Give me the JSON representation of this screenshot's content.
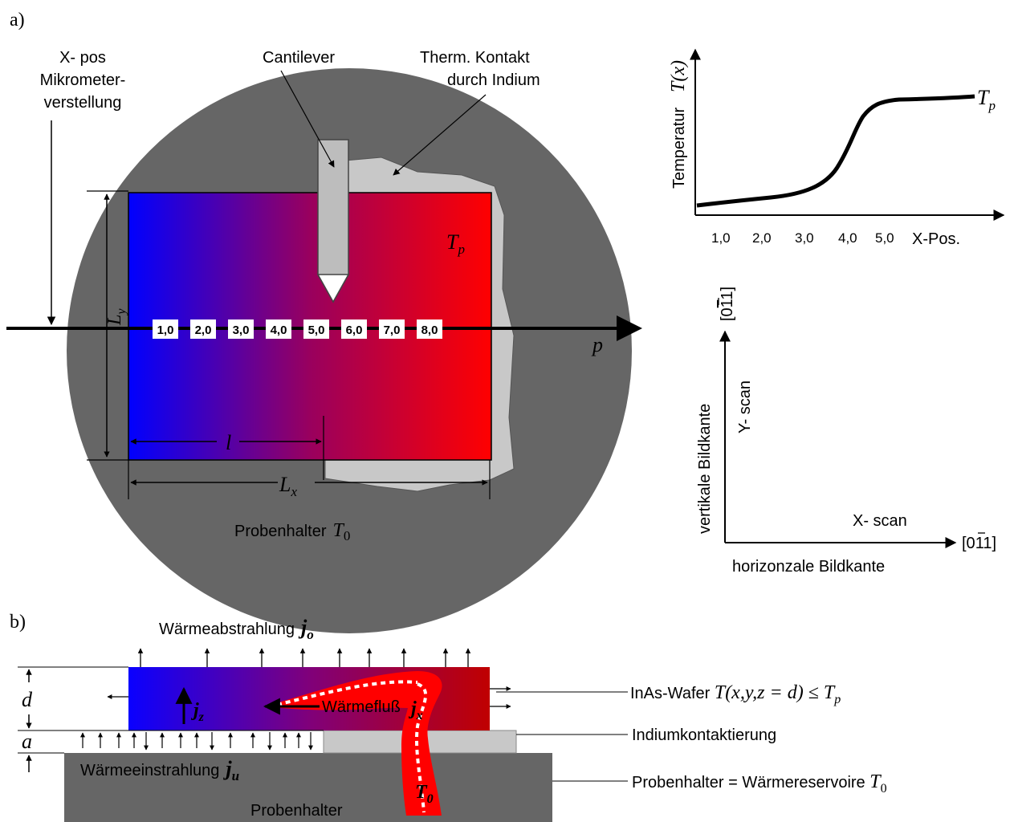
{
  "panel_a": {
    "label": "a)",
    "xpos_label": [
      "X- pos",
      "Mikrometer-",
      "verstellung"
    ],
    "cantilever_label": "Cantilever",
    "contact_label": [
      "Therm. Kontakt",
      "durch   Indium"
    ],
    "tp_label": "T",
    "tp_sub": "p",
    "ly_label": "L",
    "ly_sub": "y",
    "p_label": "p",
    "l_label": "l",
    "lx_label": "L",
    "lx_sub": "x",
    "holder_label": "Probenhalter",
    "holder_T": "T",
    "holder_T_sub": "0",
    "positions": [
      "1,0",
      "2,0",
      "3,0",
      "4,0",
      "5,0",
      "6,0",
      "7,0",
      "8,0"
    ],
    "colors": {
      "cold": "#0000ff",
      "hot": "#ff0000",
      "holder": "#666666",
      "indium": "#c8c8c8"
    }
  },
  "temp_chart": {
    "y_label": "Temperatur",
    "y_symbol": "T(x)",
    "tp_label": "T",
    "tp_sub": "p",
    "x_label": "X-Pos.",
    "ticks": [
      "1,0",
      "2,0",
      "3,0",
      "4,0",
      "5,0"
    ]
  },
  "scan_axes": {
    "y_dir": "[0",
    "y_dir_bar": "1",
    "y_dir_rest": "1]",
    "x_dir": "[0",
    "x_dir_bar": "1",
    "x_dir_rest": "1]",
    "y_scan": "Y- scan",
    "x_scan": "X- scan",
    "vertical_edge": "vertikale Bildkante",
    "horizontal_edge": "horizonzale Bildkante"
  },
  "panel_b": {
    "label": "b)",
    "radiation_out": "Wärmeabstrahlung",
    "jo": "j",
    "jo_sub": "o",
    "d_label": "d",
    "a_label": "a",
    "jz": "j",
    "jz_sub": "z",
    "heatflow": "Wärmefluß",
    "jx": "j",
    "jx_sub": "x",
    "radiation_in": "Wärmeeinstrahlung",
    "ju": "j",
    "ju_sub": "u",
    "holder": "Probenhalter",
    "t0": "T",
    "t0_sub": "0",
    "wafer_label": "InAs-Wafer ",
    "wafer_formula": "T(x,y,z = d) ≤ T",
    "wafer_formula_sub": "p",
    "indium_label": "Indiumkontaktierung",
    "reservoir_label": "Probenhalter = Wärmereservoire ",
    "reservoir_T": "T",
    "reservoir_T_sub": "0"
  }
}
